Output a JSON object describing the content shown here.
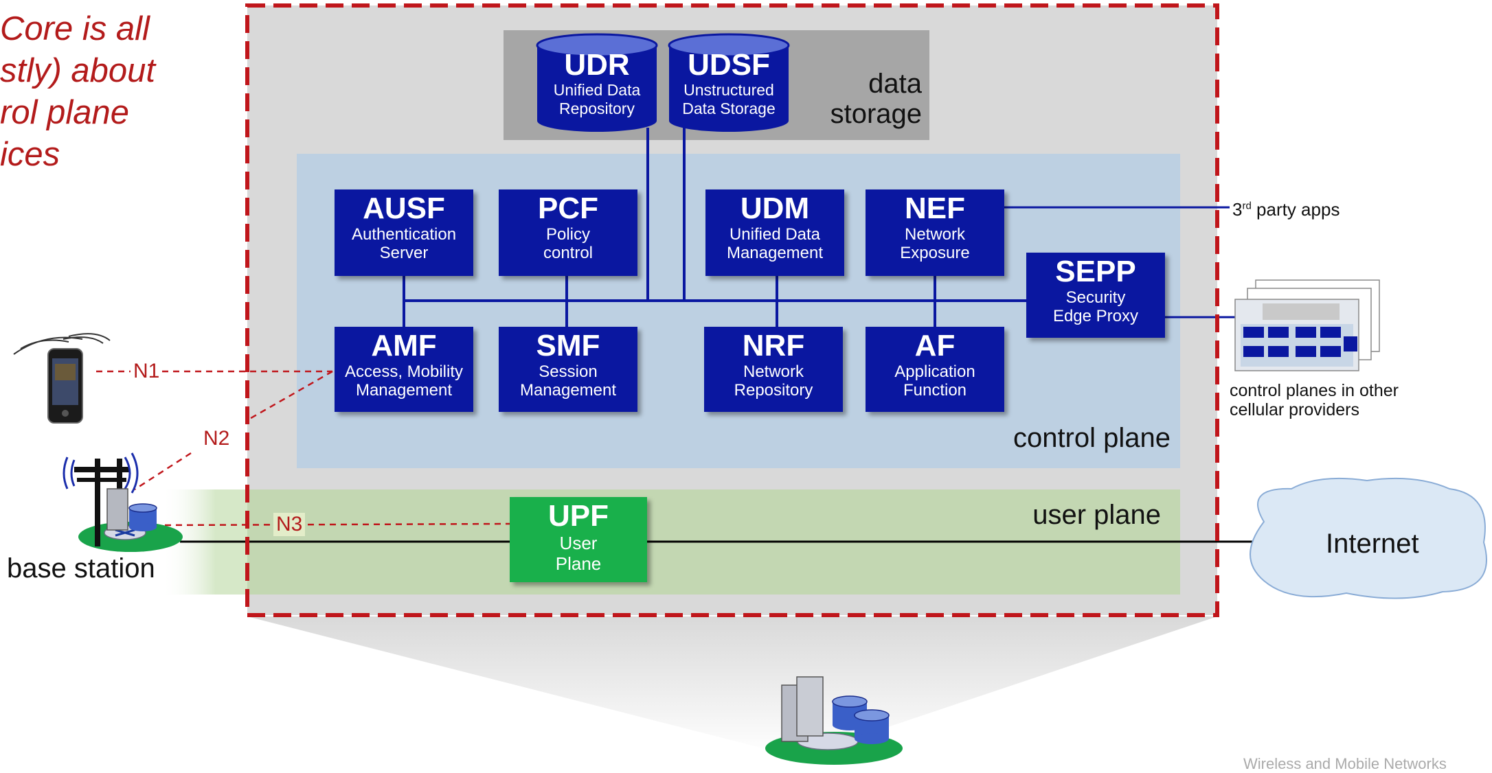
{
  "headline_lines": [
    "Core is all",
    "stly) about",
    "rol plane",
    "ices"
  ],
  "regions": {
    "data_storage": "data\nstorage",
    "control_plane": "control plane",
    "user_plane": "user plane"
  },
  "storage": [
    {
      "abbr": "UDR",
      "full1": "Unified Data",
      "full2": "Repository"
    },
    {
      "abbr": "UDSF",
      "full1": "Unstructured",
      "full2": "Data Storage"
    }
  ],
  "functions": {
    "ausf": {
      "abbr": "AUSF",
      "full1": "Authentication",
      "full2": "Server"
    },
    "pcf": {
      "abbr": "PCF",
      "full1": "Policy",
      "full2": "control"
    },
    "udm": {
      "abbr": "UDM",
      "full1": "Unified Data",
      "full2": "Management"
    },
    "nef": {
      "abbr": "NEF",
      "full1": "Network",
      "full2": "Exposure"
    },
    "sepp": {
      "abbr": "SEPP",
      "full1": "Security",
      "full2": "Edge Proxy"
    },
    "amf": {
      "abbr": "AMF",
      "full1": "Access, Mobility",
      "full2": "Management"
    },
    "smf": {
      "abbr": "SMF",
      "full1": "Session",
      "full2": "Management"
    },
    "nrf": {
      "abbr": "NRF",
      "full1": "Network",
      "full2": "Repository"
    },
    "af": {
      "abbr": "AF",
      "full1": "Application",
      "full2": "Function"
    },
    "upf": {
      "abbr": "UPF",
      "full1": "User",
      "full2": "Plane"
    }
  },
  "interfaces": {
    "n1": "N1",
    "n2": "N2",
    "n3": "N3"
  },
  "external": {
    "third_party_sup": "rd",
    "third_party_pre": "3",
    "third_party_post": " party apps",
    "other_providers_1": "control planes in other",
    "other_providers_2": "cellular providers",
    "internet": "Internet",
    "base_station": "base station",
    "footer": "Wireless and Mobile Networks"
  },
  "colors": {
    "nf_blue": "#0a17a0",
    "upf_green": "#19b04b",
    "core_border_red": "#c0161b",
    "annotation_red": "#b31b1b"
  }
}
